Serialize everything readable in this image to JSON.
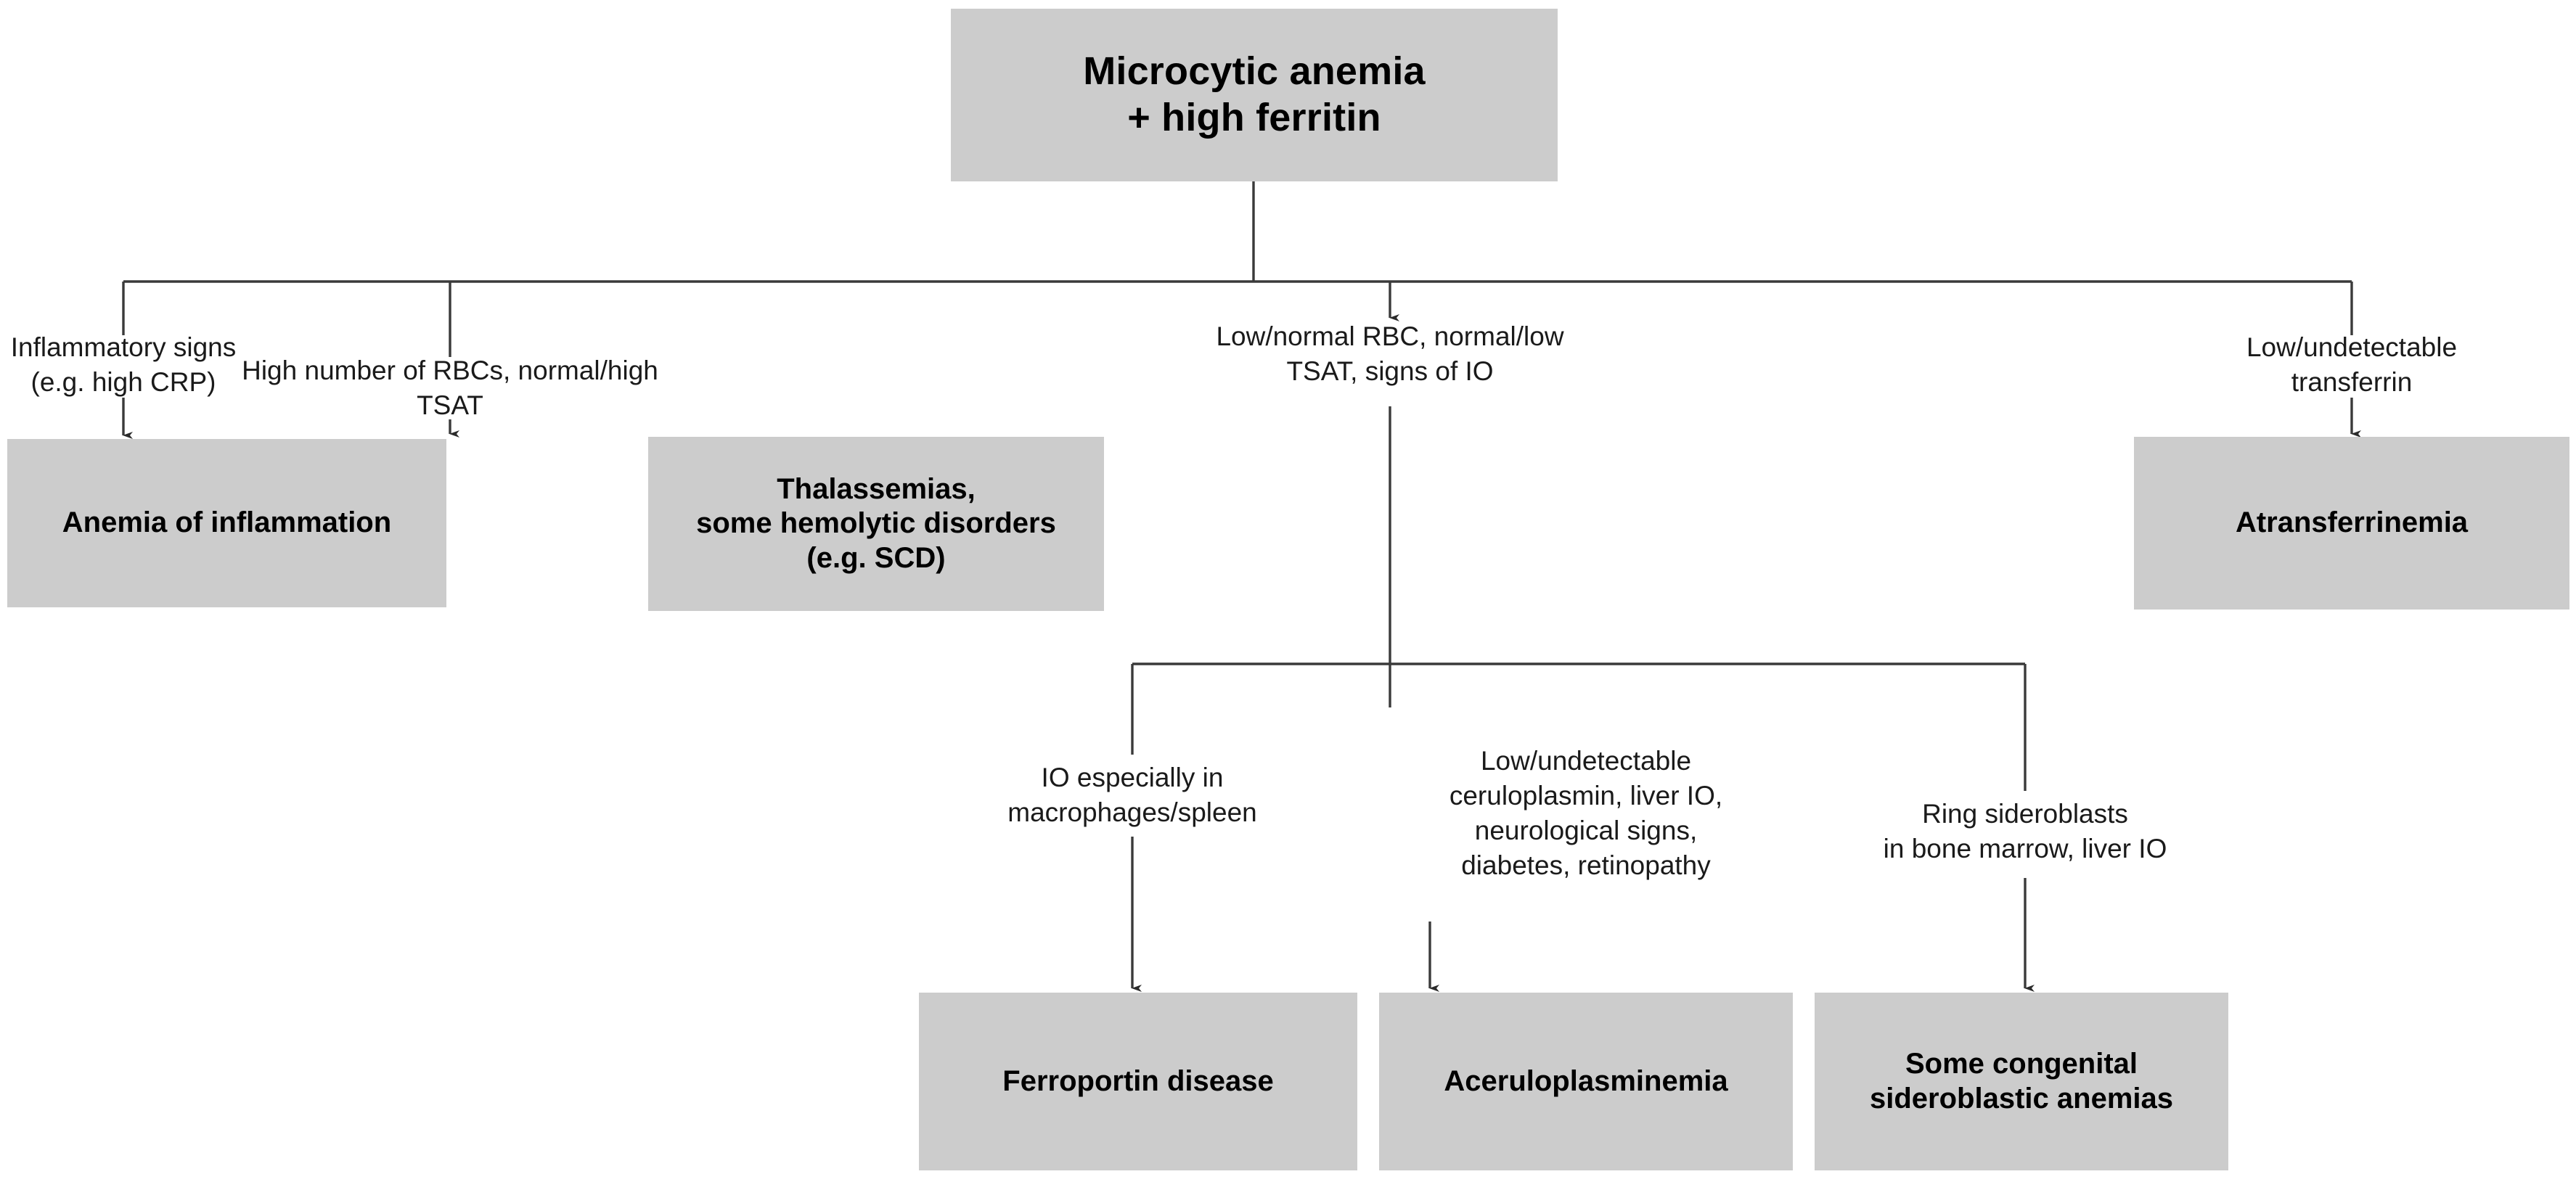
{
  "diagram": {
    "title": "Microcytic anemia with high ferritin diagnostic algorithm",
    "colors": {
      "node_fill": "#cccccc",
      "connector": "#3a3a3a",
      "text": "#000000",
      "label_text": "#1a1a1a",
      "background": "#ffffff"
    },
    "root": {
      "label": "Microcytic anemia\n+ high ferritin"
    },
    "level1": {
      "branches": [
        {
          "condition": "Inflammatory signs\n(e.g. high CRP)",
          "outcome": "Anemia of inflammation"
        },
        {
          "condition": "High number of RBCs, normal/high TSAT",
          "outcome": "Thalassemias,\nsome hemolytic disorders\n(e.g. SCD)"
        },
        {
          "condition": "Low/normal RBC, normal/low\nTSAT, signs of IO",
          "outcome": ""
        },
        {
          "condition": "Low/undetectable\ntransferrin",
          "outcome": "Atransferrinemia"
        }
      ]
    },
    "level2": {
      "branches": [
        {
          "condition": "IO especially in\nmacrophages/spleen",
          "outcome": "Ferroportin disease"
        },
        {
          "condition": "Low/undetectable\nceruloplasmin, liver IO,\nneurological signs,\ndiabetes, retinopathy",
          "outcome": "Aceruloplasminemia"
        },
        {
          "condition": "Ring sideroblasts\nin bone marrow, liver IO",
          "outcome": "Some congenital\nsideroblastic anemias"
        }
      ]
    }
  }
}
